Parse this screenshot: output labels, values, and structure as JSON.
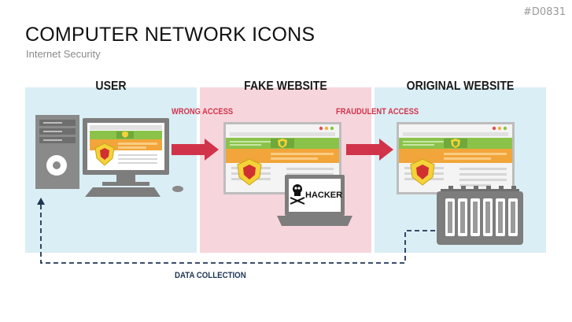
{
  "slide_id": "#D0831",
  "title": "COMPUTER NETWORK ICONS",
  "subtitle": "Internet Security",
  "panels": {
    "user": "USER",
    "fake": "FAKE WEBSITE",
    "original": "ORIGINAL WEBSITE"
  },
  "arrows": {
    "wrong_access": "WRONG ACCESS",
    "fraudulent_access": "FRAUDULENT ACCESS",
    "data_collection": "DATA COLLECTION"
  },
  "hacker_label": "HACKER",
  "colors": {
    "panel_blue": "#daeef5",
    "panel_pink": "#f6d6dc",
    "arrow_red": "#d1334b",
    "dash_navy": "#1f3555",
    "site_green": "#8bc34a",
    "site_orange": "#f2a53a",
    "shield_yellow": "#f5d23a",
    "shield_red": "#d0302f",
    "device_gray": "#7d7d7d"
  }
}
